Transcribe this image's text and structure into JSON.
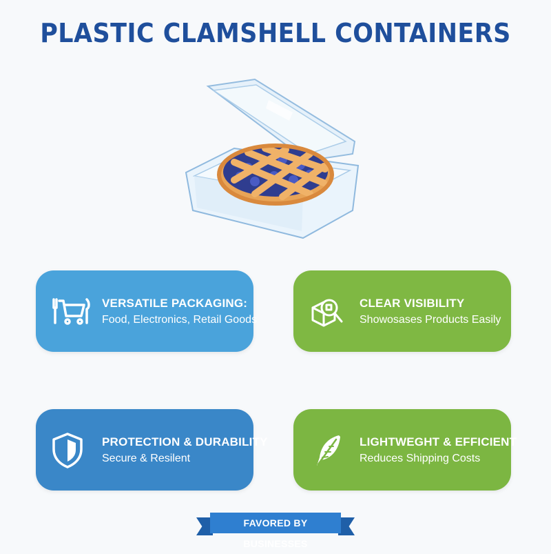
{
  "title": "PLASTIC CLAMSHELL CONTAINERS",
  "hero": {
    "icon": "clamshell-container-with-pie-image"
  },
  "cards": [
    {
      "icon": "shopping-cart-fork-knife-icon",
      "heading": "VERSATILE PACKAGING:",
      "subtitle": "Food, Electronics, Retail Goods",
      "color": "#4aa3db"
    },
    {
      "icon": "magnifier-box-icon",
      "heading": "CLEAR VISIBILITY",
      "subtitle": "Showosases Products Easily",
      "color": "#7fb843"
    },
    {
      "icon": "shield-icon",
      "heading": "PROTECTION & DURABILITY",
      "subtitle": "Secure & Resilent",
      "color": "#3a87c8"
    },
    {
      "icon": "feather-icon",
      "heading": "LIGHTWEGHT & EFFICIENT",
      "subtitle": "Reduces Shipping Costs",
      "color": "#7cb642"
    }
  ],
  "ribbon": {
    "label": "FAVORED BY BUSINESSES",
    "color": "#2f7fd0"
  },
  "colors": {
    "title": "#1f4f9c",
    "background": "#f7f9fb"
  }
}
